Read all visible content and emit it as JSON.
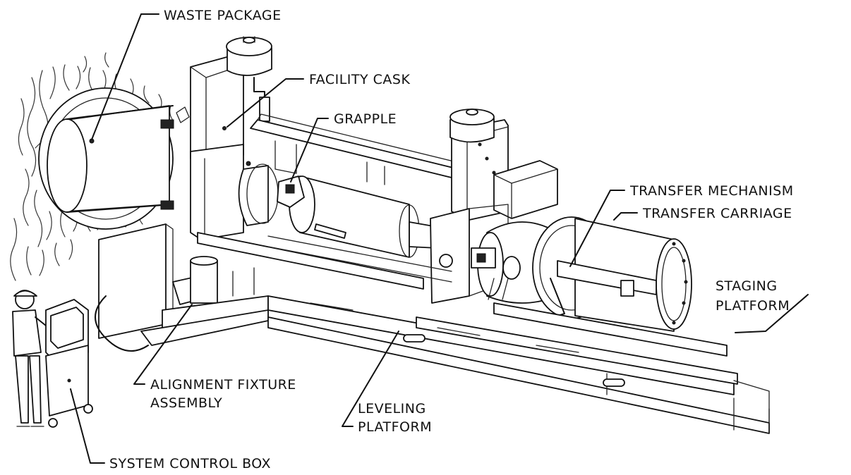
{
  "labels": {
    "waste_package": "WASTE PACKAGE",
    "facility_cask": "FACILITY CASK",
    "grapple": "GRAPPLE",
    "transfer_mechanism": "TRANSFER MECHANISM",
    "transfer_carriage": "TRANSFER CARRIAGE",
    "staging_platform_l1": "STAGING",
    "staging_platform_l2": "PLATFORM",
    "alignment_fixture_l1": "ALIGNMENT FIXTURE",
    "alignment_fixture_l2": "ASSEMBLY",
    "leveling_platform_l1": "LEVELING",
    "leveling_platform_l2": "PLATFORM",
    "system_control_box": "SYSTEM CONTROL BOX"
  }
}
